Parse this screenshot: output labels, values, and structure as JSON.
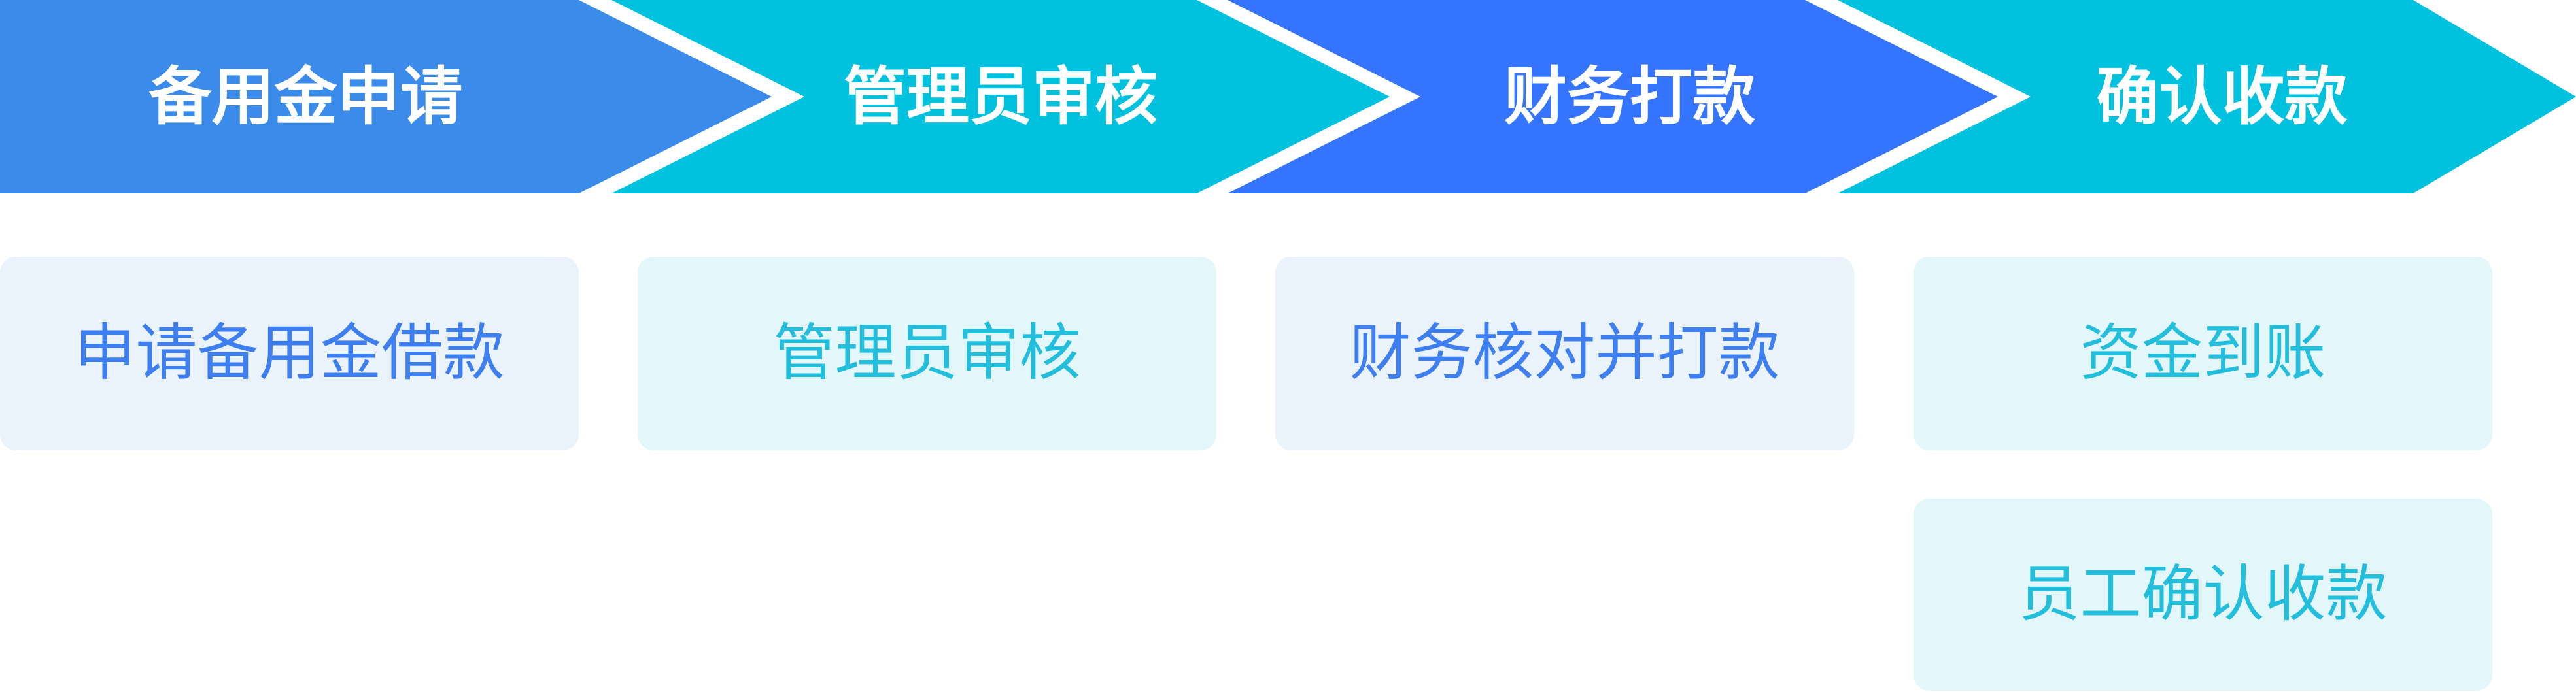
{
  "flow": {
    "stages": [
      {
        "label": "备用金申请",
        "color": "#3B8BEB",
        "text_color": "#FFFFFF"
      },
      {
        "label": "管理员审核",
        "color": "#00C1DE",
        "text_color": "#FFFFFF"
      },
      {
        "label": "财务打款",
        "color": "#3574FF",
        "text_color": "#FFFFFF"
      },
      {
        "label": "确认收款",
        "color": "#00C1DE",
        "text_color": "#FFFFFF"
      }
    ],
    "steps": [
      [
        {
          "label": "申请备用金借款",
          "bg": "#EAF2FC",
          "text_color": "#3D7EF0"
        }
      ],
      [
        {
          "label": "管理员审核",
          "bg": "#E3F7FB",
          "text_color": "#23BEDC"
        }
      ],
      [
        {
          "label": "财务核对并打款",
          "bg": "#EAF2FC",
          "text_color": "#3D7EF0"
        }
      ],
      [
        {
          "label": "资金到账",
          "bg": "#E3F7FB",
          "text_color": "#23BEDC"
        },
        {
          "label": "员工确认收款",
          "bg": "#E3F7FB",
          "text_color": "#23BEDC"
        }
      ]
    ]
  }
}
